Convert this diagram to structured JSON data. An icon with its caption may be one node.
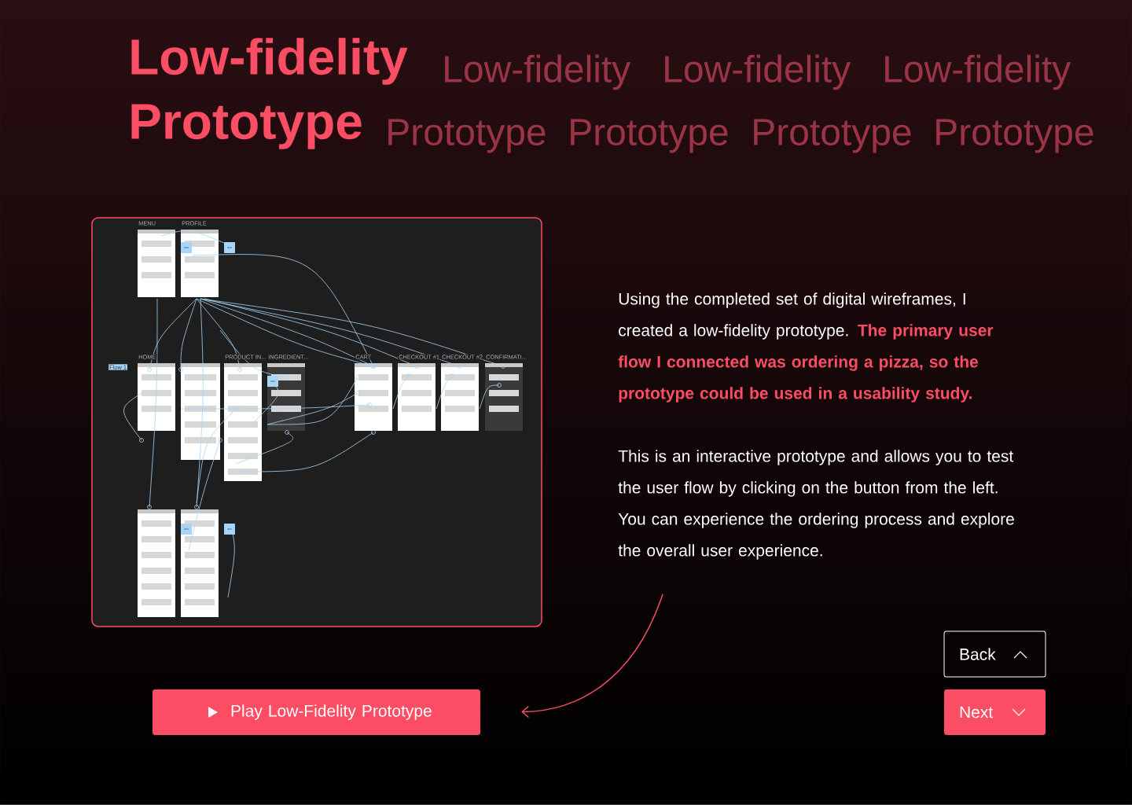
{
  "diagram": {
    "title": "Low-fidelity Prototype",
    "nodes": [
      {
        "text": [],
        "shape": "picture"
      },
      {
        "text": [
          "Play Low-Fidelity Prototype"
        ]
      },
      {
        "text": [
          "Back"
        ]
      },
      {
        "text": [
          "Next"
        ]
      }
    ],
    "edges": [
      {
        "from": null,
        "to": 1,
        "arrow": "to"
      }
    ],
    "labels": [
      "Low-fidelity",
      "Low-fidelity",
      "Low-fidelity",
      "Prototype",
      "Prototype",
      "Prototype",
      "Prototype",
      "MENU",
      "PROFILE",
      "Flow 1",
      "HOME",
      "PRODUCT IN...",
      "INGREDIENT...",
      "CART",
      "CHECKOUT #1",
      "CHECKOUT #2",
      "CONFIRMATI...",
      "Using the completed set of digital wireframes, I created a low-fidelity prototype.",
      "The primary user flow I connected was ordering a pizza, so the prototype could be used in a usability study.",
      "This is an interactive prototype and allows you to test the user flow by clicking on the button from the left. You can experience the ordering process and explore the overall user experience."
    ]
  }
}
